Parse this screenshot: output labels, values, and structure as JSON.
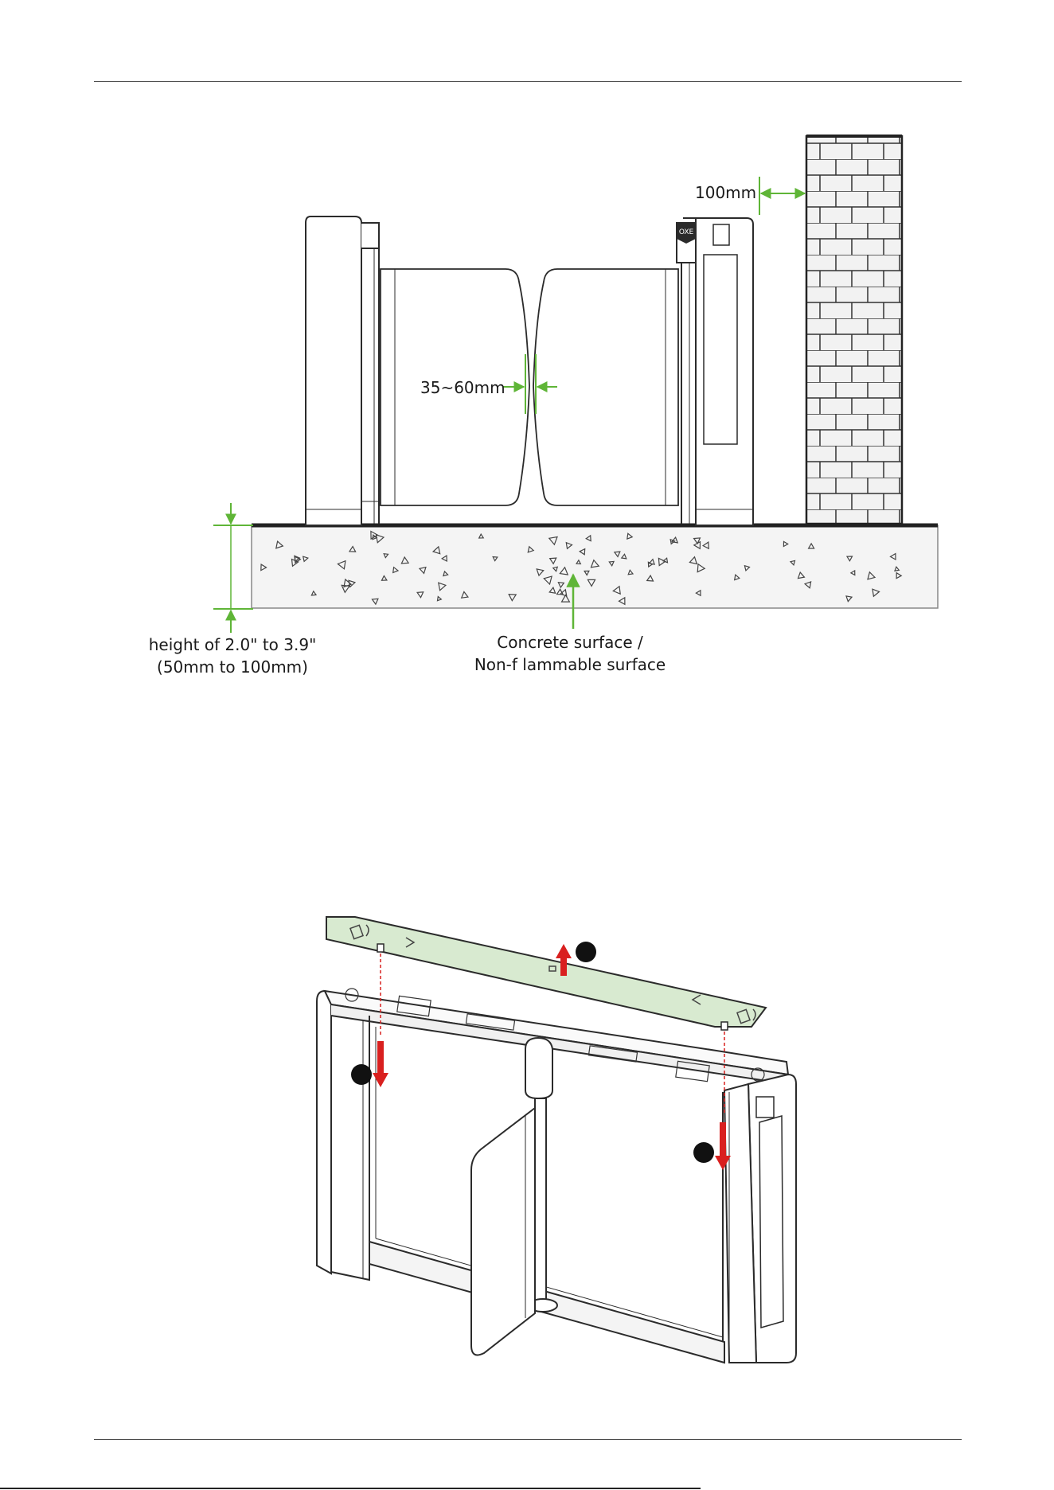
{
  "figure1": {
    "wall_clearance_label": "100mm",
    "gate_gap_label": "35~60mm",
    "height_label_line1": "height of 2.0\" to 3.9\"",
    "height_label_line2": "(50mm to 100mm)",
    "surface_label_line1": "Concrete surface /",
    "surface_label_line2": "Non-f lammable surface",
    "brand_mark": "OXE"
  },
  "colors": {
    "dimension_green": "#5fb537",
    "arrow_red": "#d9201f",
    "cover_green": "#d8ead0",
    "line_dark": "#2b2b2b"
  }
}
